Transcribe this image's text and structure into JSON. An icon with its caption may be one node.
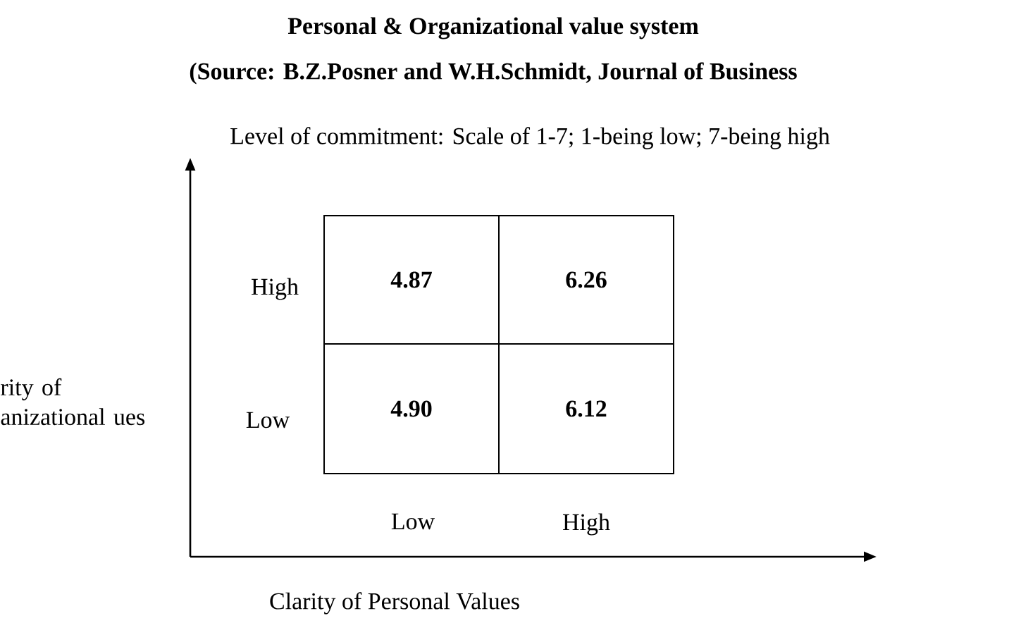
{
  "diagram": {
    "title": "Personal & Organizational value system",
    "nodes": [
      {
        "text": [
          "4.87"
        ]
      },
      {
        "text": [
          "6.26"
        ]
      },
      {
        "text": [
          "4.90"
        ]
      },
      {
        "text": [
          "6.12"
        ]
      }
    ],
    "labels": [
      "(Source: B.Z.Posner and W.H.Schmidt, Journal of Business",
      "Level of commitment: Scale of 1-7; 1-being low; 7-being high",
      "High",
      "Low",
      "rity of anizational ues",
      "Low",
      "High",
      "Clarity of Personal Values"
    ]
  }
}
